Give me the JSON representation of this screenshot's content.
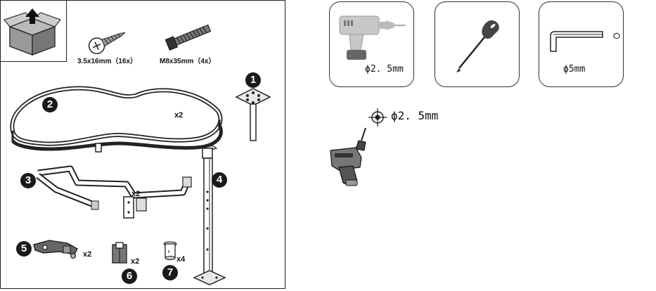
{
  "hardware": {
    "screw_small": {
      "label": "3.5x16mm（16x）"
    },
    "screw_bolt": {
      "label": "M8x35mm（4x）"
    }
  },
  "parts": [
    {
      "number": "1",
      "name": "mounting-plate"
    },
    {
      "number": "2",
      "name": "kidney-shelf",
      "quantity": "x2"
    },
    {
      "number": "3",
      "name": "swing-arm",
      "quantity": "x2"
    },
    {
      "number": "4",
      "name": "pole"
    },
    {
      "number": "5",
      "name": "bracket",
      "quantity": "x2"
    },
    {
      "number": "6",
      "name": "clip",
      "quantity": "x2"
    },
    {
      "number": "7",
      "name": "sleeve",
      "quantity": "x4"
    }
  ],
  "tools": [
    {
      "icon": "drill-icon",
      "label": "ϕ2. 5mm"
    },
    {
      "icon": "screwdriver-icon",
      "label": ""
    },
    {
      "icon": "hex-key-icon",
      "label": "ϕ5mm"
    }
  ],
  "drilling": {
    "spec": "ϕ2. 5mm"
  }
}
